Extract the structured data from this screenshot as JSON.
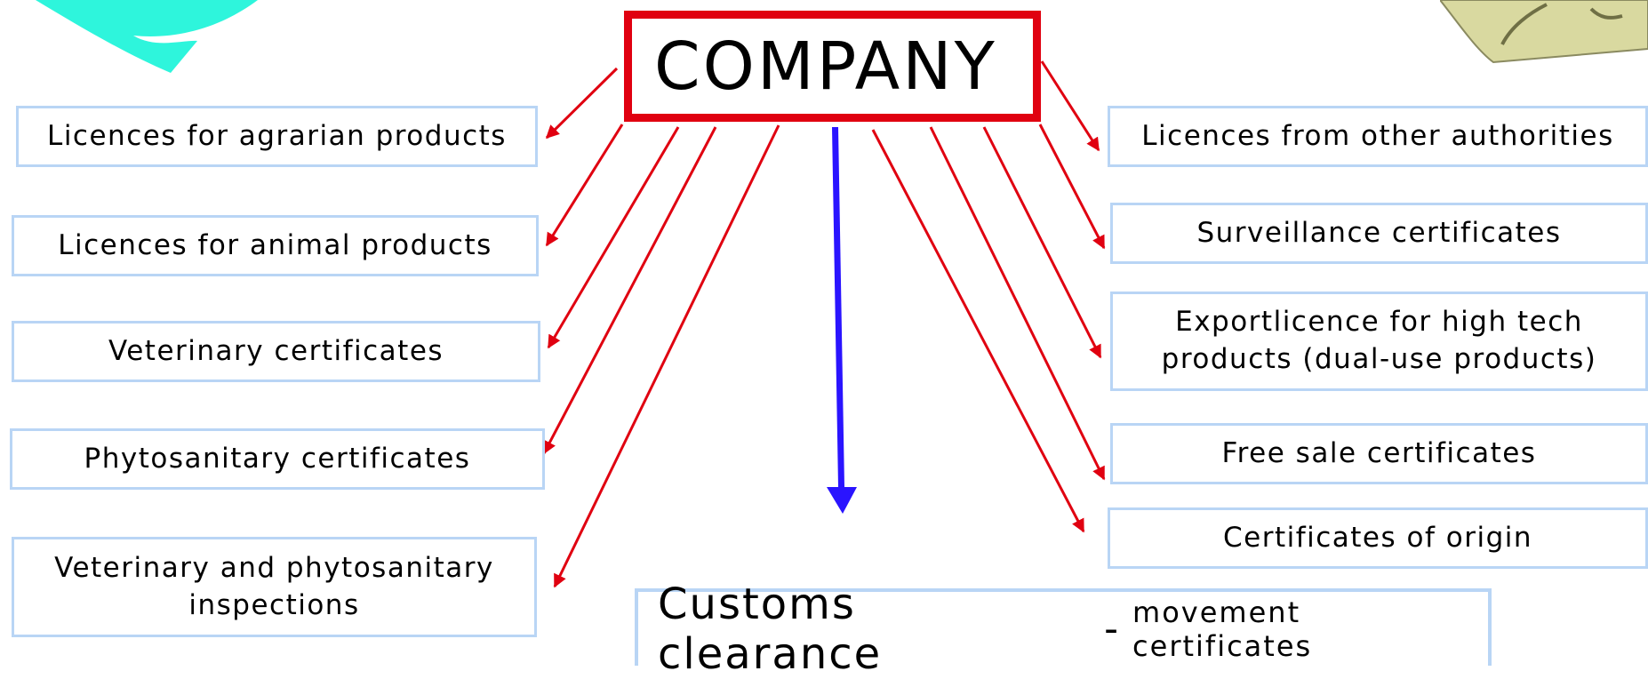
{
  "diagram": {
    "center": {
      "label": "COMPANY"
    },
    "left_boxes": [
      {
        "text": "Licences for agrarian products"
      },
      {
        "text": "Licences for animal products"
      },
      {
        "text": "Veterinary certificates"
      },
      {
        "text": "Phytosanitary certificates"
      },
      {
        "text": "Veterinary and phytosanitary\ninspections"
      }
    ],
    "right_boxes": [
      {
        "text": "Licences from other authorities"
      },
      {
        "text": "Surveillance certificates"
      },
      {
        "text": "Exportlicence for high tech\nproducts (dual-use products)"
      },
      {
        "text": "Free sale certificates"
      },
      {
        "text": "Certificates of origin"
      }
    ],
    "bottom": {
      "main": "Customs clearance",
      "separator": "-",
      "sub": "movement certificates"
    }
  },
  "colors": {
    "company_border": "#e00010",
    "arrow_red": "#e00010",
    "arrow_blue": "#2a14ff",
    "box_border": "#b9d5f5",
    "decor_teal": "#2ef5dc",
    "decor_khaki": "#d9d9a0"
  }
}
